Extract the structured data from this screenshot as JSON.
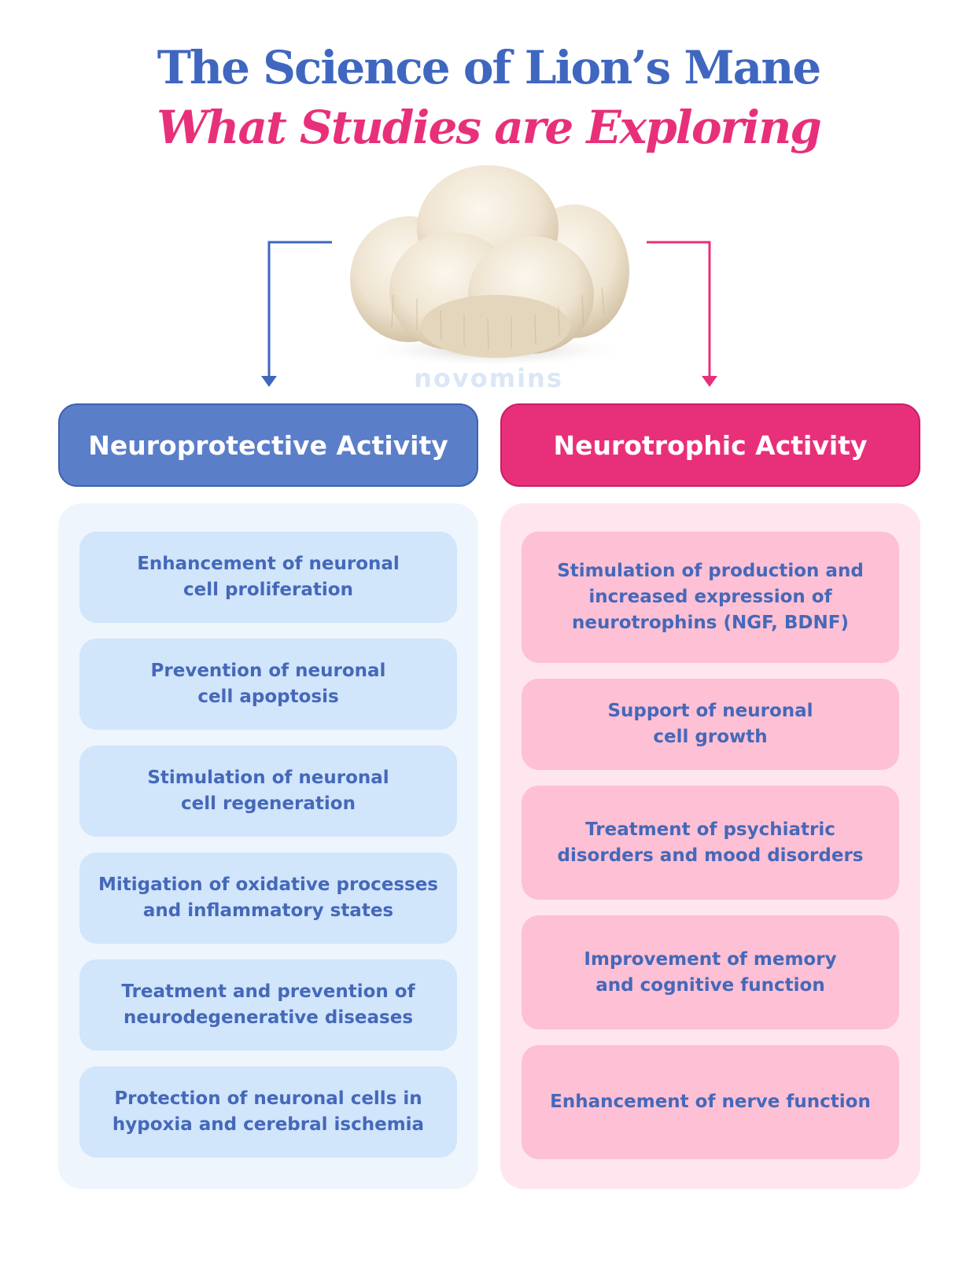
{
  "title": {
    "line1": "The Science of Lion’s Mane",
    "line2": "What Studies are Exploring"
  },
  "watermark": "novomins",
  "colors": {
    "blue_accent": "#3f67c0",
    "pink_accent": "#e8307a",
    "blue_header": "#5b7ec8",
    "pink_header": "#e8307a"
  },
  "columns": {
    "left": {
      "header": "Neuroprotective Activity",
      "items": [
        "Enhancement of neuronal\ncell proliferation",
        "Prevention of neuronal\ncell apoptosis",
        "Stimulation of neuronal\ncell regeneration",
        "Mitigation of oxidative processes\nand inflammatory states",
        "Treatment and prevention of\nneurodegenerative diseases",
        "Protection of neuronal cells in\nhypoxia and cerebral ischemia"
      ]
    },
    "right": {
      "header": "Neurotrophic Activity",
      "items": [
        "Stimulation of production and\nincreased expression of\nneurotrophins (NGF, BDNF)",
        "Support of neuronal\ncell growth",
        "Treatment of psychiatric\ndisorders and mood disorders",
        "Improvement of memory\nand cognitive function",
        "Enhancement of nerve function"
      ]
    }
  }
}
